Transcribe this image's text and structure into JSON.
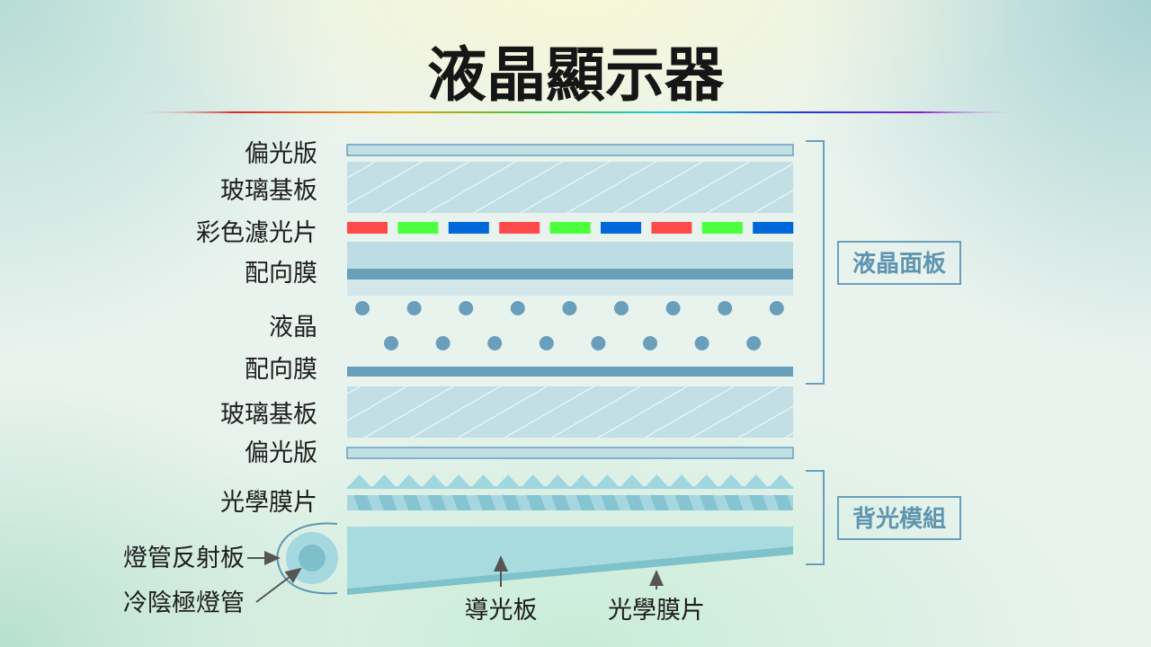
{
  "title": "液晶顯示器",
  "labels": {
    "polarizer_top": "偏光版",
    "glass_top": "玻璃基板",
    "color_filter": "彩色濾光片",
    "alignment_top": "配向膜",
    "liquid_crystal": "液晶",
    "alignment_bottom": "配向膜",
    "glass_bottom": "玻璃基板",
    "polarizer_bottom": "偏光版",
    "optical_film_left": "光學膜片",
    "lamp_reflector": "燈管反射板",
    "ccfl": "冷陰極燈管",
    "light_guide": "導光板",
    "optical_film_bottom": "光學膜片"
  },
  "groups": {
    "lcd_panel": "液晶面板",
    "backlight_module": "背光模組"
  },
  "colors": {
    "red": "#ff4a4c",
    "green": "#4cff3c",
    "blue": "#0066dc",
    "layer_dark": "#6a9fbc",
    "layer_light": "#c2dfe5"
  },
  "color_filter_sequence": [
    "red",
    "green",
    "blue",
    "red",
    "green",
    "blue",
    "red",
    "green",
    "blue"
  ]
}
